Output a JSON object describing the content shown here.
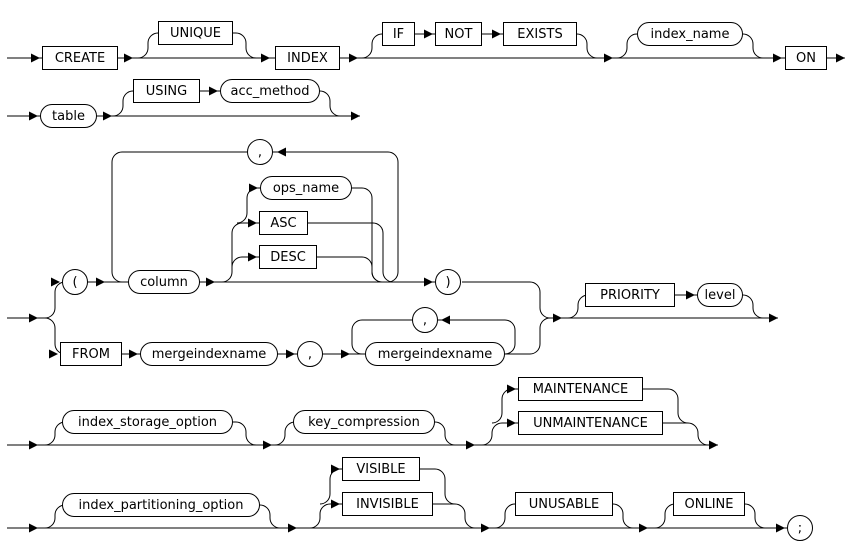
{
  "diagram": {
    "kind": "railroad-syntax-diagram",
    "statement": "CREATE INDEX",
    "colors": {
      "line": "#000000",
      "background": "#ffffff",
      "border": "#000000",
      "text": "#000000"
    }
  },
  "nodes": {
    "create": {
      "label": "CREATE"
    },
    "unique": {
      "label": "UNIQUE"
    },
    "index": {
      "label": "INDEX"
    },
    "if": {
      "label": "IF"
    },
    "not": {
      "label": "NOT"
    },
    "exists": {
      "label": "EXISTS"
    },
    "index_name": {
      "label": "index_name"
    },
    "on": {
      "label": "ON"
    },
    "table": {
      "label": "table"
    },
    "using": {
      "label": "USING"
    },
    "acc_method": {
      "label": "acc_method"
    },
    "column_loop_comma": {
      "label": ","
    },
    "open_paren": {
      "label": "("
    },
    "column": {
      "label": "column"
    },
    "ops_name": {
      "label": "ops_name"
    },
    "asc": {
      "label": "ASC"
    },
    "desc": {
      "label": "DESC"
    },
    "close_paren": {
      "label": ")"
    },
    "from": {
      "label": "FROM"
    },
    "mergeindexname1": {
      "label": "mergeindexname"
    },
    "list_comma": {
      "label": ","
    },
    "mergeindexname2": {
      "label": "mergeindexname"
    },
    "merge_loop_comma": {
      "label": ","
    },
    "priority": {
      "label": "PRIORITY"
    },
    "level": {
      "label": "level"
    },
    "index_storage_option": {
      "label": "index_storage_option"
    },
    "key_compression": {
      "label": "key_compression"
    },
    "maintenance": {
      "label": "MAINTENANCE"
    },
    "unmaintenance": {
      "label": "UNMAINTENANCE"
    },
    "index_partitioning_option": {
      "label": "index_partitioning_option"
    },
    "visible": {
      "label": "VISIBLE"
    },
    "invisible": {
      "label": "INVISIBLE"
    },
    "unusable": {
      "label": "UNUSABLE"
    },
    "online": {
      "label": "ONLINE"
    },
    "semicolon": {
      "label": ";"
    }
  }
}
